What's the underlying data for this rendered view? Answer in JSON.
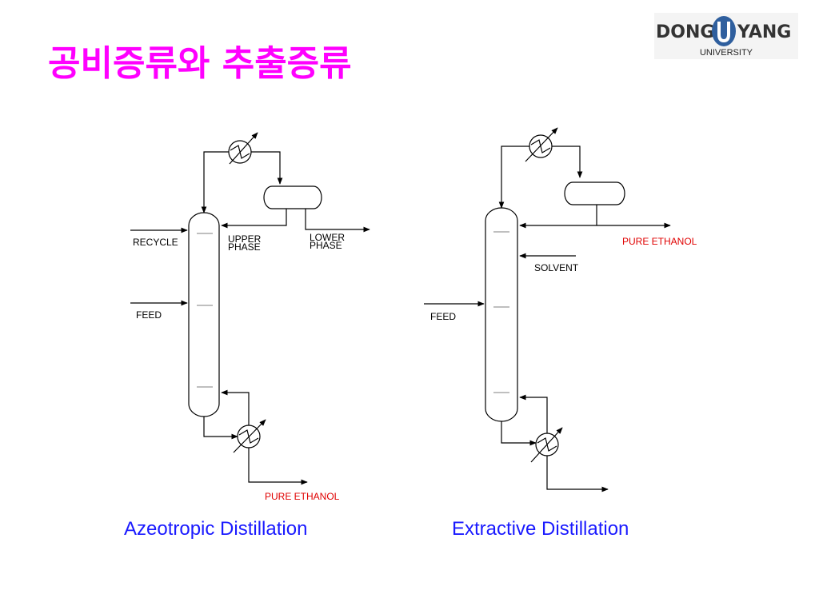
{
  "slide": {
    "title": "공비증류와 추출증류"
  },
  "logo": {
    "word_left": "DONG",
    "word_right": "YANG",
    "subtitle": "UNIVERSITY",
    "mark_letter": "U"
  },
  "azeotropic": {
    "caption": "Azeotropic Distillation",
    "labels": {
      "recycle": "RECYCLE",
      "feed": "FEED",
      "upper_phase_1": "UPPER",
      "upper_phase_2": "PHASE",
      "lower_phase_1": "LOWER",
      "lower_phase_2": "PHASE",
      "product": "PURE ETHANOL"
    }
  },
  "extractive": {
    "caption": "Extractive Distillation",
    "labels": {
      "solvent": "SOLVENT",
      "feed": "FEED",
      "product": "PURE ETHANOL"
    }
  },
  "colors": {
    "title": "#ff00ff",
    "caption": "#1a1aff",
    "product_label": "#e00000",
    "line": "#000000",
    "logo_mark": "#2f5f9e"
  }
}
